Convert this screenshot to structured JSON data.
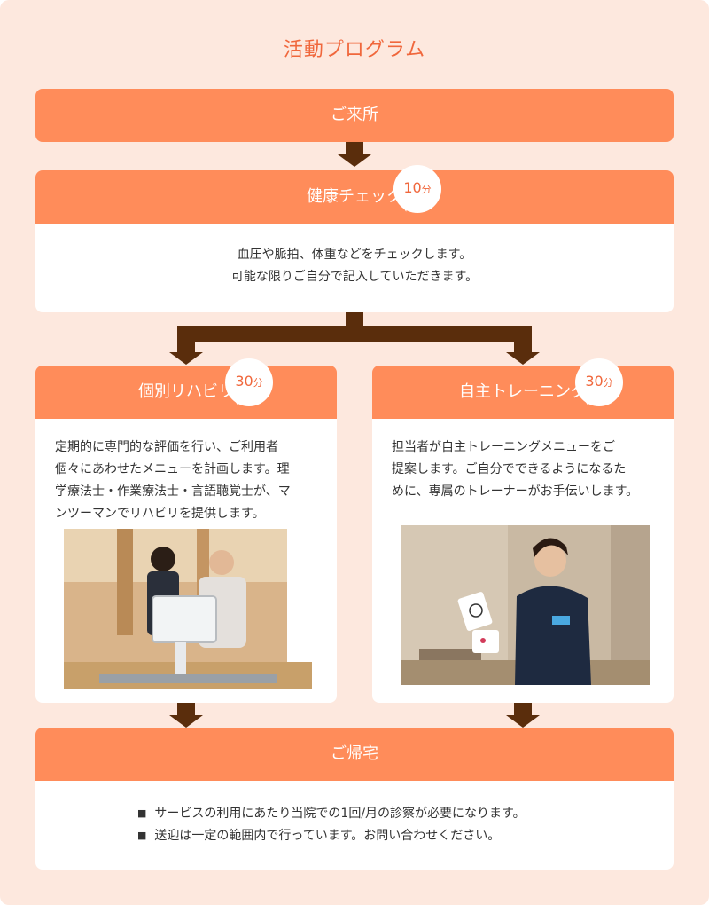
{
  "title": "活動プログラム",
  "step_arrival": {
    "label": "ご来所"
  },
  "step_health": {
    "label": "健康チェック",
    "badge_num": "10",
    "badge_unit": "分",
    "lines": [
      "血圧や脈拍、体重などをチェックします。",
      "可能な限りご自分で記入していただきます。"
    ]
  },
  "step_rehab": {
    "label": "個別リハビリ",
    "badge_num": "30",
    "badge_unit": "分",
    "lines": [
      "定期的に専門的な評価を行い、ご利用者",
      "個々にあわせたメニューを計画します。理",
      "学療法士・作業療法士・言語聴覚士が、マ",
      "ンツーマンでリハビリを提供します。"
    ]
  },
  "step_training": {
    "label": "自主トレーニング",
    "badge_num": "30",
    "badge_unit": "分",
    "lines": [
      "担当者が自主トレーニングメニューをご",
      "提案します。ご自分でできるようになるた",
      "めに、専属のトレーナーがお手伝いします。"
    ]
  },
  "step_home": {
    "label": "ご帰宅",
    "bullets": [
      "サービスの利用にあたり当院での1回/月の診察が必要になります。",
      "送迎は一定の範囲内で行っています。お問い合わせください。"
    ]
  },
  "colors": {
    "accent": "#ff8c5a",
    "title": "#f0673c",
    "background": "#fde8de",
    "arrow": "#5a2d0c"
  }
}
